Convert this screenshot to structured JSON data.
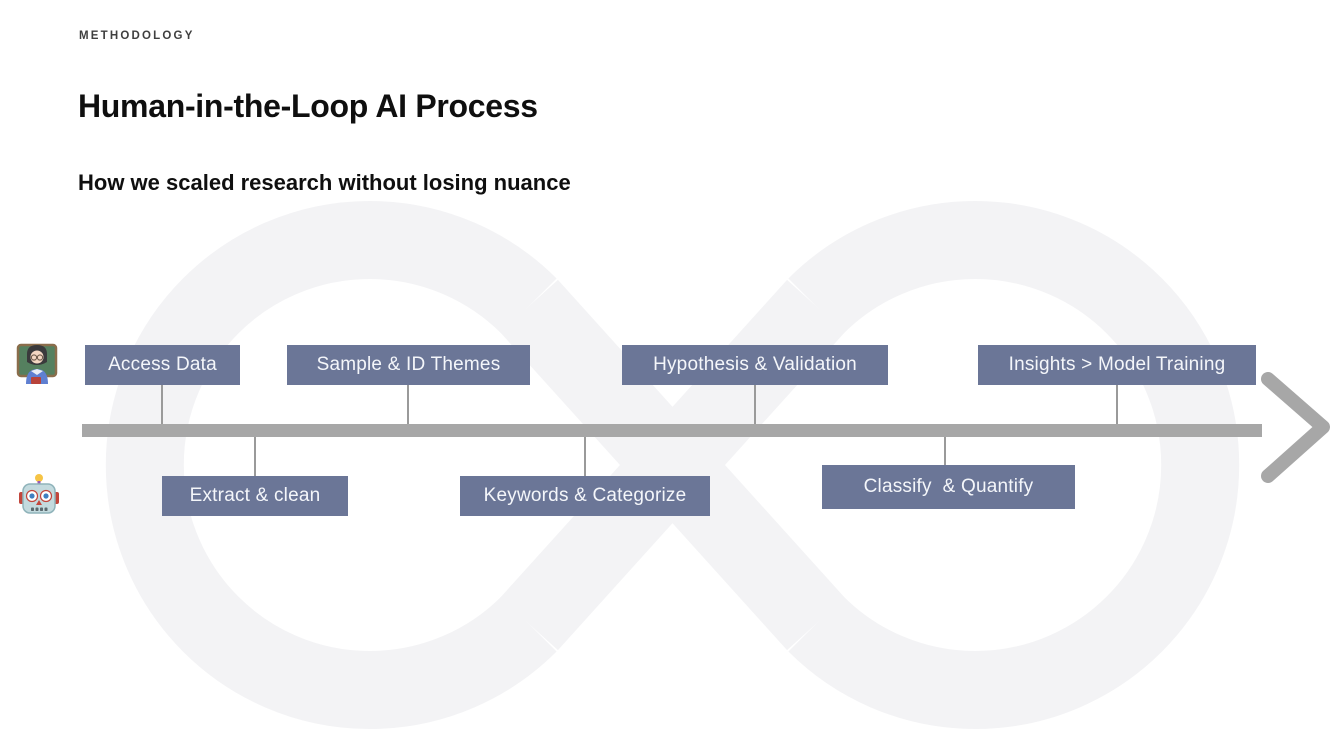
{
  "slide": {
    "eyebrow": "METHODOLOGY",
    "title": "Human-in-the-Loop AI Process",
    "subtitle": "How we scaled research without losing nuance"
  },
  "timeline": {
    "direction": "left-to-right arrow",
    "human_track": {
      "icon": "teacher-emoji",
      "position": "above arrow",
      "steps": [
        "Access Data",
        "Sample & ID Themes",
        "Hypothesis & Validation",
        "Insights > Model Training"
      ]
    },
    "ai_track": {
      "icon": "robot-emoji",
      "position": "below arrow",
      "steps": [
        "Extract & clean",
        "Keywords & Categorize",
        "Classify  & Quantify"
      ]
    },
    "colors": {
      "step_box_fill": "#6b7697",
      "step_box_text": "#f4f6fa",
      "arrow": "#a7a7a7",
      "connector": "#9a9a9a",
      "background_loop": "#f3f3f5"
    }
  }
}
